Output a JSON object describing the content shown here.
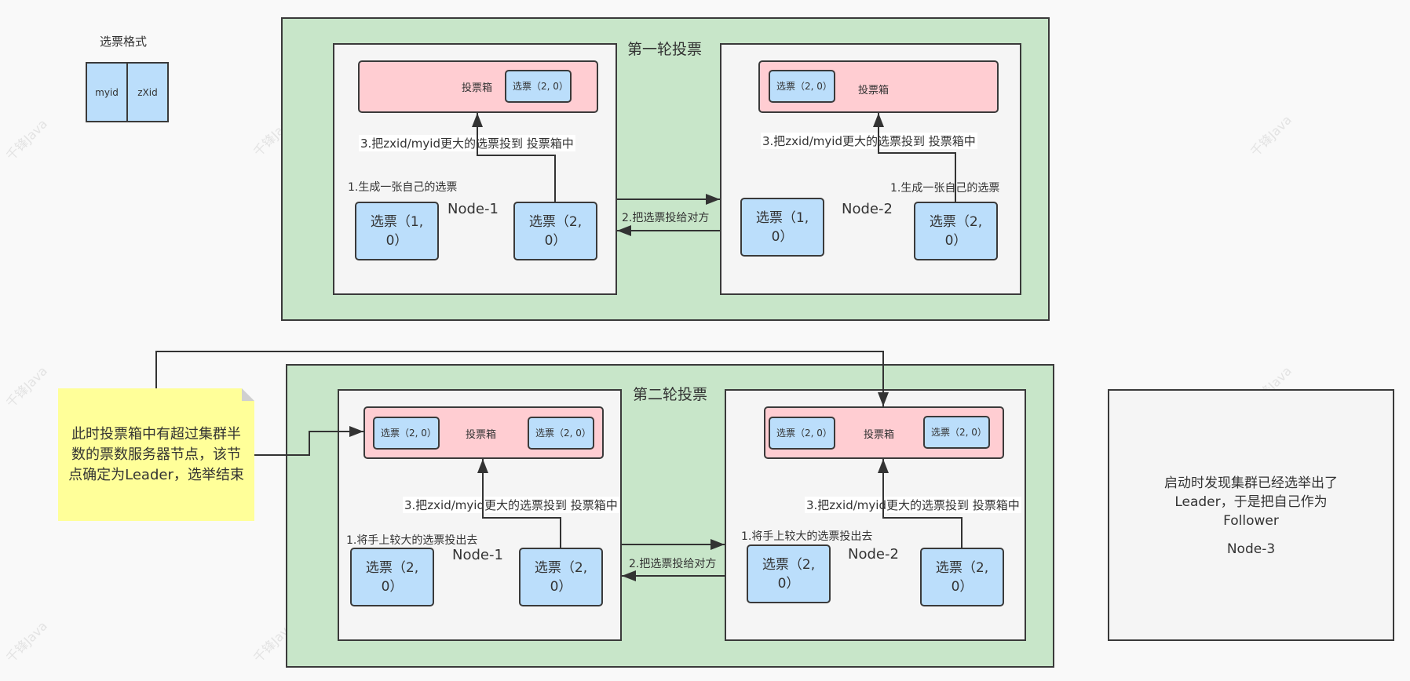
{
  "legend": {
    "title": "选票格式",
    "fields": [
      "myid",
      "zXid"
    ]
  },
  "round1": {
    "title": "第一轮投票",
    "exchange_label": "2.把选票投给对方",
    "node1": {
      "name": "Node-1",
      "step1": "1.生成一张自己的选票",
      "step3": "3.把zxid/myid更大的选票投到 投票箱中",
      "ballot_box_label": "投票箱",
      "ballot_box_tickets": [
        "选票（2, 0）"
      ],
      "tickets": [
        "选票（1, 0）",
        "选票（2, 0）"
      ]
    },
    "node2": {
      "name": "Node-2",
      "step1": "1.生成一张自己的选票",
      "step3": "3.把zxid/myid更大的选票投到 投票箱中",
      "ballot_box_label": "投票箱",
      "ballot_box_tickets": [
        "选票（2, 0）"
      ],
      "tickets": [
        "选票（1, 0）",
        "选票（2, 0）"
      ]
    }
  },
  "round2": {
    "title": "第二轮投票",
    "exchange_label": "2.把选票投给对方",
    "node1": {
      "name": "Node-1",
      "step1": "1.将手上较大的选票投出去",
      "step3": "3.把zxid/myid更大的选票投到 投票箱中",
      "ballot_box_label": "投票箱",
      "ballot_box_tickets": [
        "选票（2, 0）",
        "选票（2, 0）"
      ],
      "tickets": [
        "选票（2, 0）",
        "选票（2, 0）"
      ]
    },
    "node2": {
      "name": "Node-2",
      "step1": "1.将手上较大的选票投出去",
      "step3": "3.把zxid/myid更大的选票投到 投票箱中",
      "ballot_box_label": "投票箱",
      "ballot_box_tickets": [
        "选票（2, 0）",
        "选票（2, 0）"
      ],
      "tickets": [
        "选票（2, 0）",
        "选票（2, 0）"
      ]
    }
  },
  "note": {
    "text": "此时投票箱中有超过集群半数的票数服务器节点，该节点确定为Leader，选举结束"
  },
  "node3": {
    "description": "启动时发现集群已经选举出了Leader，于是把自己作为Follower",
    "name": "Node-3"
  },
  "watermark": "千锋Java",
  "colors": {
    "round_bg": "#c8e6c9",
    "node_bg": "#f5f5f5",
    "ballot_box_bg": "#ffcdd2",
    "ticket_bg": "#bbdefb",
    "note_bg": "#ffff99"
  }
}
